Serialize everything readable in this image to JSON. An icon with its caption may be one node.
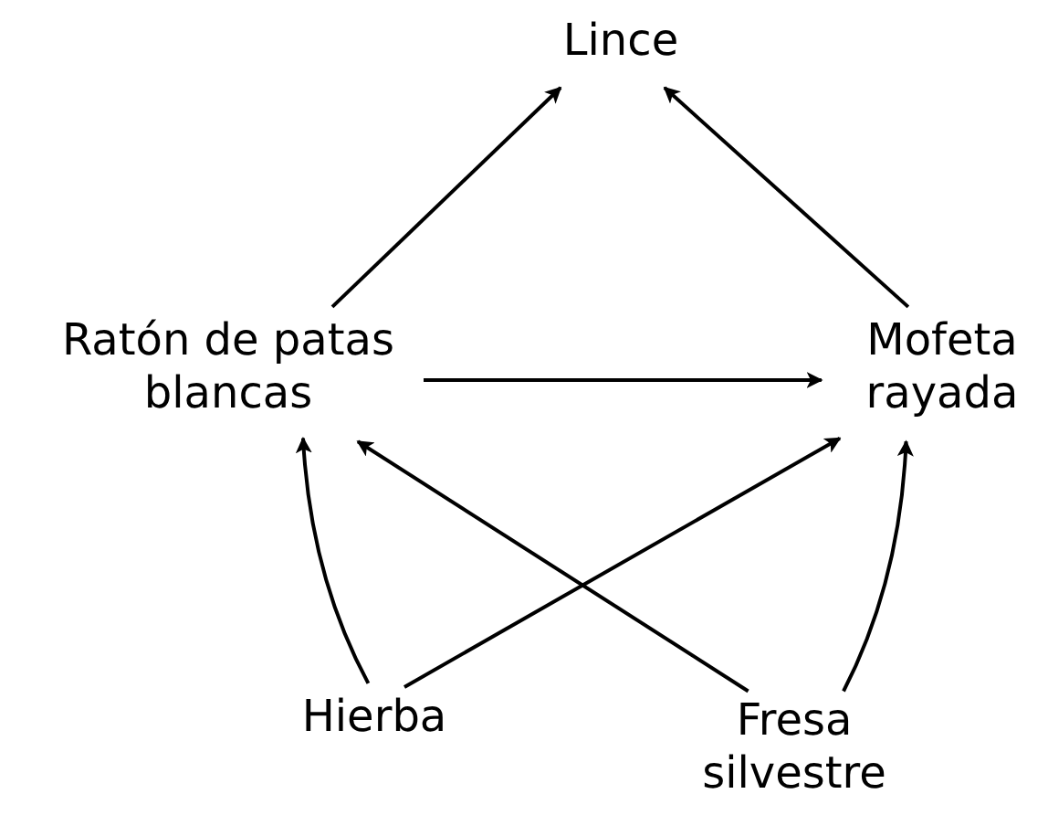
{
  "diagram": {
    "nodes": [
      {
        "text": [
          "Lince"
        ]
      },
      {
        "text": [
          "Ratón de patas blancas"
        ]
      },
      {
        "text": [
          "Mofeta rayada"
        ]
      },
      {
        "text": [
          "Hierba"
        ]
      },
      {
        "text": [
          "Fresa silvestre"
        ]
      }
    ],
    "edges": [
      {
        "from": 1,
        "to": 0,
        "arrow": "to"
      },
      {
        "from": 2,
        "to": 0,
        "arrow": "to"
      },
      {
        "from": 1,
        "to": 2,
        "arrow": "to"
      },
      {
        "from": 3,
        "to": 1,
        "arrow": "to"
      },
      {
        "from": 3,
        "to": 2,
        "arrow": "to"
      },
      {
        "from": 4,
        "to": 1,
        "arrow": "to"
      },
      {
        "from": 4,
        "to": 2,
        "arrow": "to"
      }
    ]
  }
}
